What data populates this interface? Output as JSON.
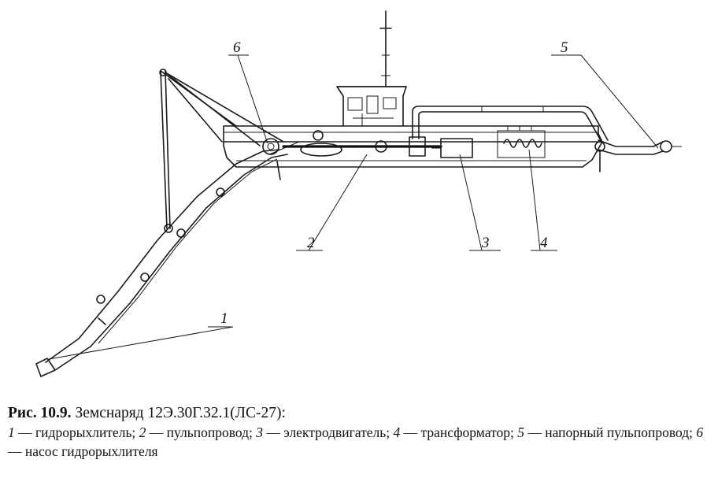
{
  "figure": {
    "label": "Рис. 10.9.",
    "title": "Земснаряд 12Э.30Г.32.1(ЛС-27):"
  },
  "legend": [
    {
      "num": "1",
      "text": " — гидрорыхлитель; "
    },
    {
      "num": "2",
      "text": " — пульпопровод; "
    },
    {
      "num": "3",
      "text": " — электродвигатель; "
    },
    {
      "num": "4",
      "text": " — трансформатор; "
    },
    {
      "num": "5",
      "text": " — напорный пульпопровод; "
    },
    {
      "num": "6",
      "text": " — насос гидрорыхлителя"
    }
  ],
  "callouts": {
    "c1": "1",
    "c2": "2",
    "c3": "3",
    "c4": "4",
    "c5": "5",
    "c6": "6"
  }
}
